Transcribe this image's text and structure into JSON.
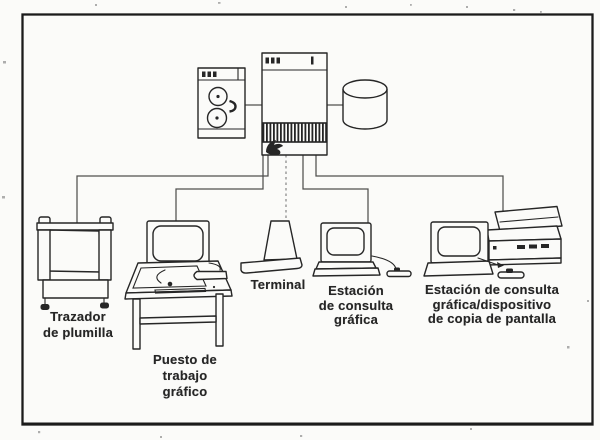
{
  "colors": {
    "ink": "#262626",
    "line": "#4f4f4f",
    "paper": "#fbfbf9"
  },
  "nodes": [
    {
      "id": "tape-drive",
      "icon": "tape-drive-icon",
      "label": ""
    },
    {
      "id": "cpu",
      "icon": "cpu-cabinet-icon",
      "label": ""
    },
    {
      "id": "disk",
      "icon": "disk-cylinder-icon",
      "label": ""
    },
    {
      "id": "plotter",
      "icon": "pen-plotter-icon",
      "label": "Trazador\nde plumilla"
    },
    {
      "id": "workstation",
      "icon": "workstation-desk-icon",
      "label": "Puesto de\ntrabajo\ngráfico"
    },
    {
      "id": "terminal",
      "icon": "terminal-wedge-icon",
      "label": "Terminal"
    },
    {
      "id": "query-station",
      "icon": "query-station-icon",
      "label": "Estación\nde consulta\ngráfica"
    },
    {
      "id": "query-station-copier",
      "icon": "query-station-copier-icon",
      "label": "Estación de consulta\ngráfica/dispositivo\nde copia de pantalla"
    }
  ],
  "edges": [
    {
      "from": "tape-drive",
      "to": "cpu"
    },
    {
      "from": "cpu",
      "to": "disk"
    },
    {
      "from": "cpu",
      "to": "plotter"
    },
    {
      "from": "cpu",
      "to": "workstation"
    },
    {
      "from": "cpu",
      "to": "terminal"
    },
    {
      "from": "cpu",
      "to": "query-station"
    },
    {
      "from": "cpu",
      "to": "query-station-copier"
    }
  ]
}
